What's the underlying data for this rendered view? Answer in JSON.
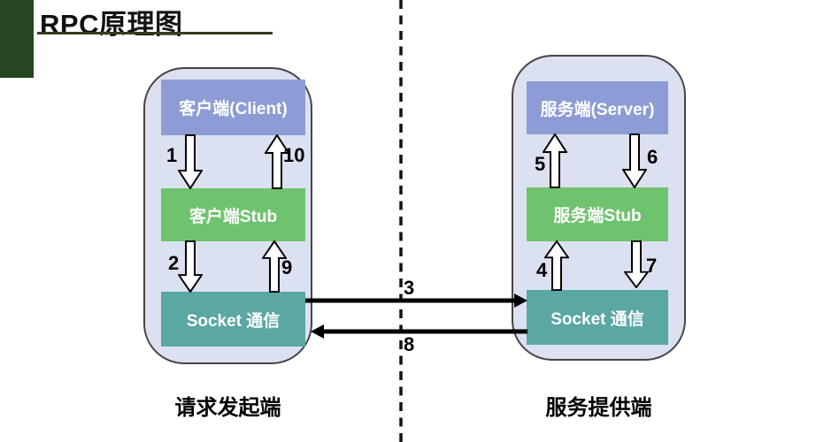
{
  "title": "RPC原理图",
  "left_panel": {
    "client": "客户端(Client)",
    "stub": "客户端Stub",
    "socket": "Socket 通信",
    "caption": "请求发起端"
  },
  "right_panel": {
    "server": "服务端(Server)",
    "stub": "服务端Stub",
    "socket": "Socket 通信",
    "caption": "服务提供端"
  },
  "arrow_labels": {
    "a1": "1",
    "a2": "2",
    "a3": "3",
    "a4": "4",
    "a5": "5",
    "a6": "6",
    "a7": "7",
    "a8": "8",
    "a9": "9",
    "a10": "10"
  },
  "colors": {
    "client_server_box": "#8d9cd4",
    "stub_box": "#6fc36f",
    "socket_box": "#5aa7a3",
    "panel_bg": "#dce1f1",
    "panel_border": "#454545",
    "accent_dark_green": "#264521",
    "title_underline": "#333d1c"
  }
}
